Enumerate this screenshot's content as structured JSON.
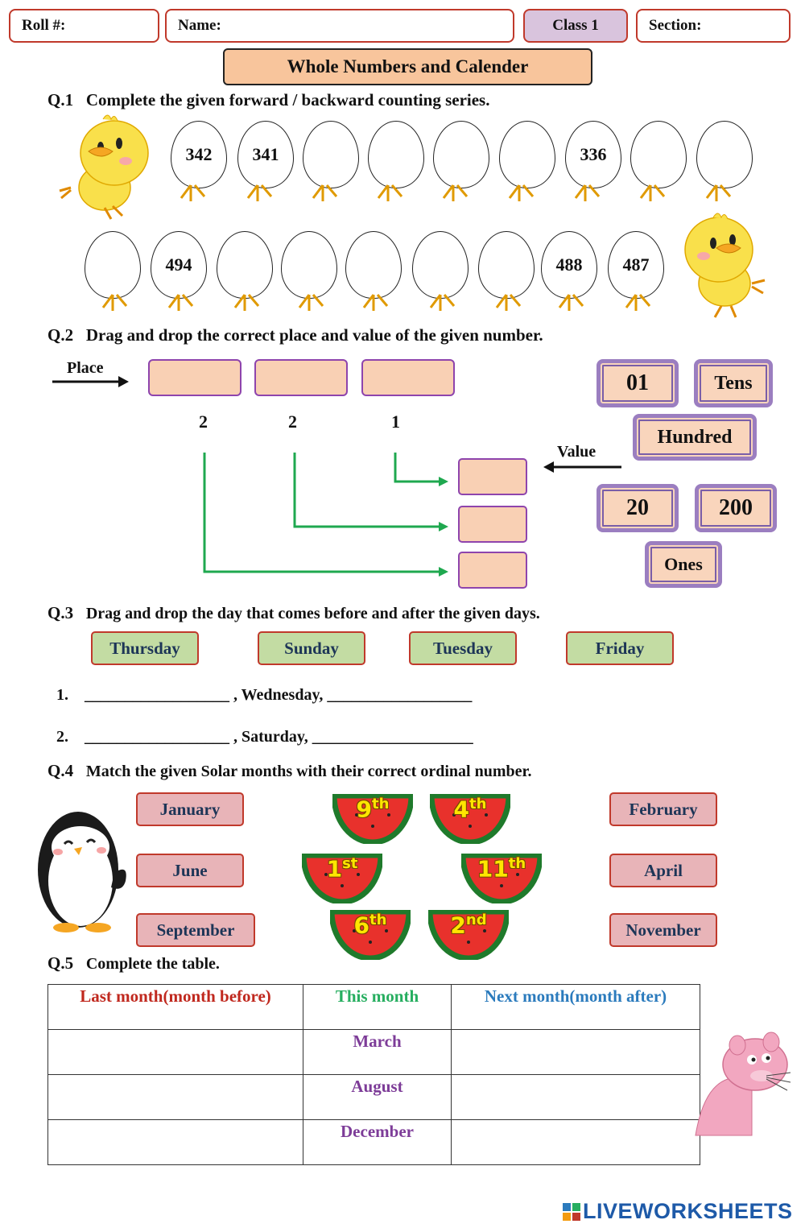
{
  "header": {
    "roll_label": "Roll #:",
    "name_label": "Name:",
    "class_label": "Class 1",
    "section_label": "Section:"
  },
  "title": "Whole Numbers and Calender",
  "q1": {
    "number": "Q.1",
    "text": "Complete the given forward / backward counting series.",
    "row1": [
      "342",
      "341",
      "",
      "",
      "",
      "",
      "336",
      "",
      ""
    ],
    "row2": [
      "",
      "494",
      "",
      "",
      "",
      "",
      "",
      "488",
      "487"
    ]
  },
  "q2": {
    "number": "Q.2",
    "text": "Drag and drop the correct place and value of the given number.",
    "place_label": "Place",
    "value_label": "Value",
    "digits": [
      "2",
      "2",
      "1"
    ],
    "tiles": [
      "01",
      "Tens",
      "Hundred",
      "20",
      "200",
      "Ones"
    ]
  },
  "q3": {
    "number": "Q.3",
    "text": "Drag and drop the day that comes before and after the given days.",
    "days": [
      "Thursday",
      "Sunday",
      "Tuesday",
      "Friday"
    ],
    "lines": [
      {
        "num": "1.",
        "text": "__________________ , Wednesday,  __________________"
      },
      {
        "num": "2.",
        "text": "__________________ , Saturday,  ____________________"
      }
    ]
  },
  "q4": {
    "number": "Q.4",
    "text": "Match the given Solar months with their correct ordinal number.",
    "left_months": [
      "January",
      "June",
      "September"
    ],
    "right_months": [
      "February",
      "April",
      "November"
    ],
    "ordinals": [
      {
        "base": "9",
        "sup": "th"
      },
      {
        "base": "4",
        "sup": "th"
      },
      {
        "base": "1",
        "sup": "st"
      },
      {
        "base": "11",
        "sup": "th"
      },
      {
        "base": "6",
        "sup": "th"
      },
      {
        "base": "2",
        "sup": "nd"
      }
    ]
  },
  "q5": {
    "number": "Q.5",
    "text": "Complete the table.",
    "headers": [
      "Last month(month before)",
      "This month",
      "Next month(month after)"
    ],
    "header_colors": [
      "#c0281e",
      "#27ae60",
      "#2b7bbd"
    ],
    "rows": [
      "March",
      "August",
      "December"
    ],
    "row_color": "#7d3c98"
  },
  "footer": {
    "brand": "LIVEWORKSHEETS"
  }
}
